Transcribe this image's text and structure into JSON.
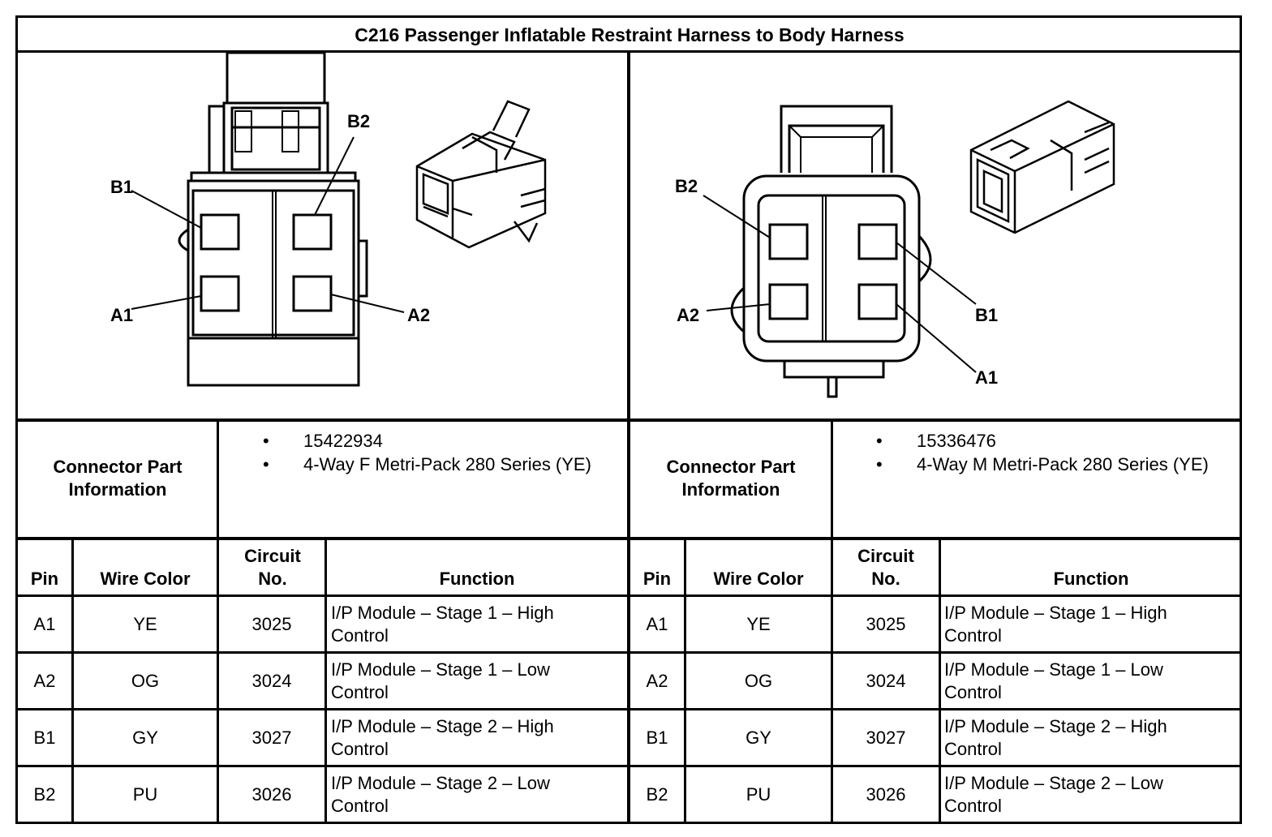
{
  "title": "C216 Passenger Inflatable Restraint Harness to Body Harness",
  "connectors": [
    {
      "pin_labels": {
        "b1": "B1",
        "b2": "B2",
        "a1": "A1",
        "a2": "A2"
      },
      "part_info_label": "Connector Part Information",
      "part_info": [
        "15422934",
        "4-Way F Metri-Pack 280 Series (YE)"
      ]
    },
    {
      "pin_labels": {
        "b1": "B1",
        "b2": "B2",
        "a1": "A1",
        "a2": "A2"
      },
      "part_info_label": "Connector Part Information",
      "part_info": [
        "15336476",
        "4-Way M Metri-Pack 280 Series (YE)"
      ]
    }
  ],
  "table": {
    "headers": {
      "pin": "Pin",
      "wire_color": "Wire Color",
      "circuit": "Circuit No.",
      "function": "Function"
    },
    "rows": [
      {
        "pin": "A1",
        "wire_color": "YE",
        "circuit": "3025",
        "function": "I/P Module – Stage 1 – High Control"
      },
      {
        "pin": "A2",
        "wire_color": "OG",
        "circuit": "3024",
        "function": "I/P Module – Stage 1 – Low Control"
      },
      {
        "pin": "B1",
        "wire_color": "GY",
        "circuit": "3027",
        "function": "I/P Module – Stage 2 – High Control"
      },
      {
        "pin": "B2",
        "wire_color": "PU",
        "circuit": "3026",
        "function": "I/P Module – Stage 2 – Low Control"
      }
    ]
  }
}
